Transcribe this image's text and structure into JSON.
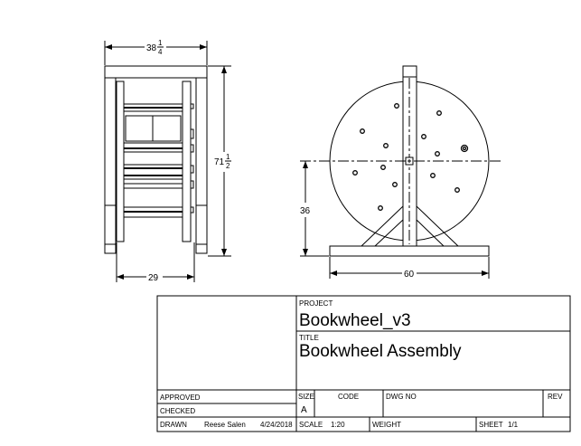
{
  "dimensions": {
    "side_width": "38",
    "side_width_frac_num": "1",
    "side_width_frac_den": "4",
    "side_height": "71",
    "side_height_frac_num": "1",
    "side_height_frac_den": "2",
    "side_inner_width": "29",
    "front_axle_height": "36",
    "front_base_width": "60"
  },
  "title_block": {
    "project_label": "PROJECT",
    "project": "Bookwheel_v3",
    "title_label": "TITLE",
    "title": "Bookwheel Assembly",
    "approved_label": "APPROVED",
    "checked_label": "CHECKED",
    "drawn_label": "DRAWN",
    "drawn_by": "Reese Salen",
    "drawn_date": "4/24/2018",
    "size_label": "SIZE",
    "size": "A",
    "code_label": "CODE",
    "dwg_no_label": "DWG NO",
    "rev_label": "REV",
    "scale_label": "SCALE",
    "scale": "1:20",
    "weight_label": "WEIGHT",
    "sheet_label": "SHEET",
    "sheet": "1/1"
  }
}
